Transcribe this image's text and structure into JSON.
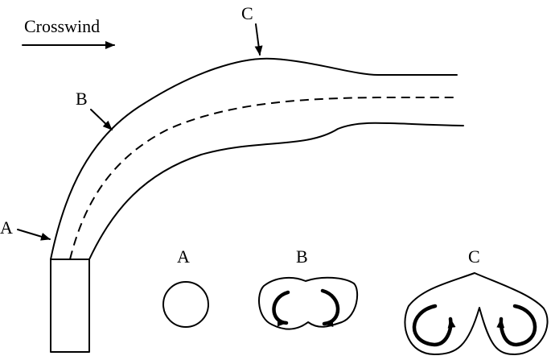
{
  "labels": {
    "crosswind": "Crosswind",
    "point_a": "A",
    "point_b": "B",
    "point_c": "C",
    "section_a": "A",
    "section_b": "B",
    "section_c": "C"
  },
  "colors": {
    "ink": "#000000",
    "background": "#ffffff"
  },
  "icons": {
    "crosswind_arrow": "right-arrow",
    "pointer_arrows": "arrow",
    "vortex_arrows": "curved-arrow"
  }
}
